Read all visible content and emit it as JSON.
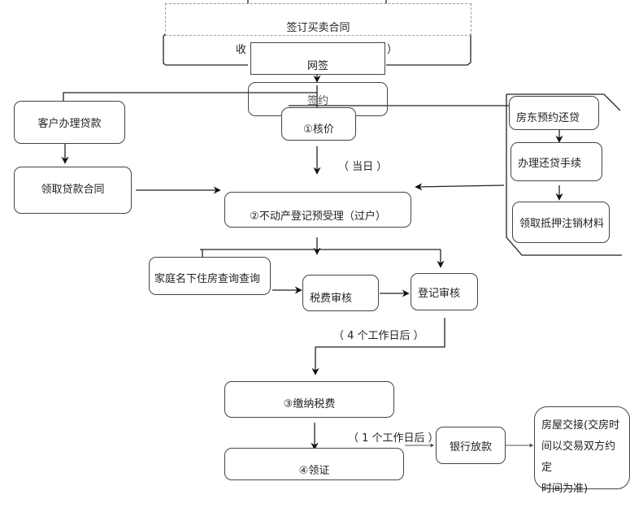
{
  "nodes": {
    "sign_contract": "签订买卖合同",
    "collect_partial": "收",
    "collect_paren": "）",
    "online_sign": "网签",
    "sign": "签约",
    "valuation": "①核价",
    "customer_loan": "客户办理贷款",
    "get_loan_contract": "领取贷款合同",
    "seller_book_repay": "房东预约还贷",
    "handle_repay": "办理还贷手续",
    "get_mortgage_release": "领取抵押注销材料",
    "pre_registration": "②不动产登记预受理（过户）",
    "family_housing_query": "家庭名下住房查询查询",
    "tax_review": "税费审核",
    "registration_review": "登记审核",
    "pay_tax": "③缴纳税费",
    "get_certificate": "④领证",
    "bank_loan": "银行放款",
    "handover": "房屋交接(交房时间以交易双方约定时间为准)",
    "handover_lines": [
      "房屋交接(交房时",
      "间以交易双方约定",
      "时间为准)"
    ]
  },
  "annotations": {
    "same_day": "（ 当日 ）",
    "four_days": "（ 4 个工作日后 ）",
    "one_day": "（ 1 个工作日后 ）"
  }
}
